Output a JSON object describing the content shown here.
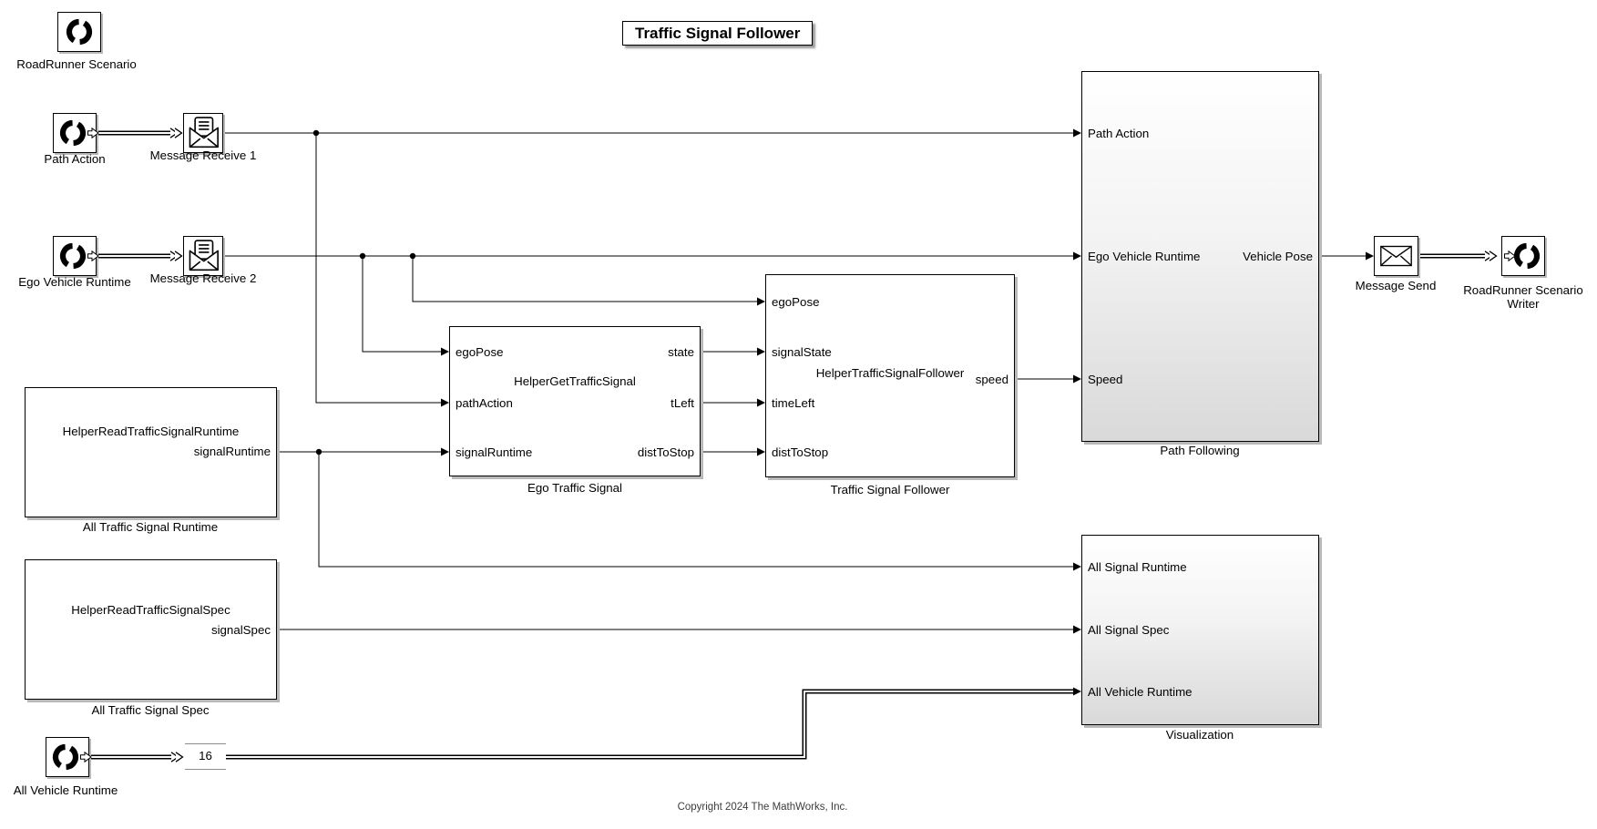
{
  "title": "Traffic Signal Follower",
  "copyright": "Copyright 2024 The MathWorks, Inc.",
  "colors": {
    "background": "#ffffff",
    "line": "#000000",
    "block_border": "#000000",
    "block_shadow": "#b9b9b9",
    "queue_border": "#8c8c8c",
    "gradient_bottom": "#d9d9d9"
  },
  "icons": {
    "roadrunner": "circular-arrows-icon",
    "message_receive": "open-envelope-with-letter-icon",
    "message_send": "closed-envelope-icon",
    "port": "hollow-arrow-port-icon"
  },
  "blocks": {
    "rr_scenario": {
      "label": "RoadRunner Scenario"
    },
    "path_action": {
      "label": "Path Action"
    },
    "msg_receive1": {
      "label": "Message Receive 1"
    },
    "ego_vehicle_runtime": {
      "label": "Ego Vehicle Runtime"
    },
    "msg_receive2": {
      "label": "Message Receive 2"
    },
    "all_ts_runtime": {
      "title": "HelperReadTrafficSignalRuntime",
      "outputs": [
        "signalRuntime"
      ],
      "label": "All Traffic Signal Runtime"
    },
    "all_ts_spec": {
      "title": "HelperReadTrafficSignalSpec",
      "outputs": [
        "signalSpec"
      ],
      "label": "All Traffic Signal Spec"
    },
    "all_vehicle_runtime": {
      "label": "All Vehicle Runtime"
    },
    "queue": {
      "value": "16"
    },
    "ego_traffic_signal": {
      "title": "HelperGetTrafficSignal",
      "inputs": [
        "egoPose",
        "pathAction",
        "signalRuntime"
      ],
      "outputs": [
        "state",
        "tLeft",
        "distToStop"
      ],
      "label": "Ego Traffic Signal"
    },
    "traffic_signal_follower": {
      "title": "HelperTrafficSignalFollower",
      "inputs": [
        "egoPose",
        "signalState",
        "timeLeft",
        "distToStop"
      ],
      "outputs": [
        "speed"
      ],
      "label": "Traffic Signal Follower"
    },
    "path_following": {
      "inputs": [
        "Path Action",
        "Ego Vehicle Runtime",
        "Speed"
      ],
      "outputs": [
        "Vehicle Pose"
      ],
      "label": "Path Following"
    },
    "msg_send": {
      "label": "Message Send"
    },
    "rr_writer": {
      "label_line1": "RoadRunner Scenario",
      "label_line2": "Writer"
    },
    "visualization": {
      "inputs": [
        "All Signal Runtime",
        "All Signal Spec",
        "All Vehicle Runtime"
      ],
      "label": "Visualization"
    }
  }
}
